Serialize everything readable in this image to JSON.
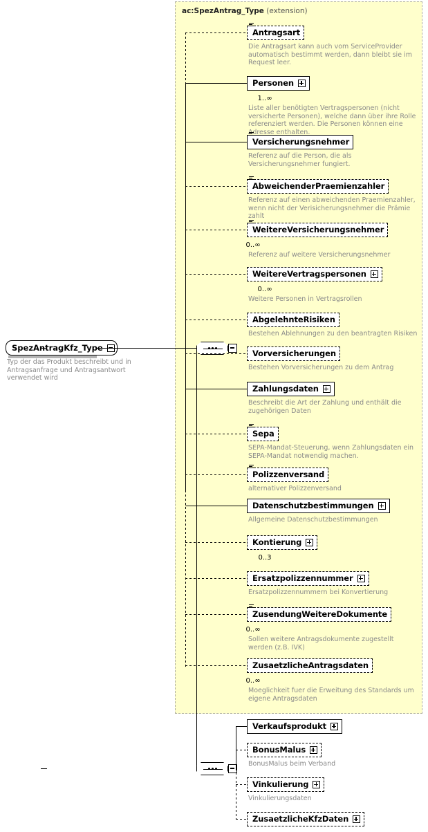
{
  "diagram": {
    "kind": "xsd-schema-tree",
    "root": {
      "name": "SpezAntragKfz_Type",
      "toggle_icon": "minus-icon",
      "description": "Typ der das Produkt beschreibt und in Antragsanfrage und Antragsantwort verwendet wird"
    },
    "extension_panel": {
      "type_name": "ac:SpezAntrag_Type",
      "qualifier": "(extension)",
      "background_color": "#ffffcc",
      "border_color": "#b0b0a0"
    },
    "compositors": [
      {
        "name": "sequence-1",
        "icon": "sequence-icon",
        "toggle_icon": "minus-icon"
      },
      {
        "name": "sequence-2",
        "icon": "sequence-icon",
        "toggle_icon": "minus-icon"
      }
    ],
    "group_extension_elements": [
      {
        "label": "Antragsart",
        "optional": true,
        "has_attributes": true,
        "expandable": false,
        "cardinality": "",
        "description": "Die Antragsart kann auch vom ServiceProvider automatisch bestimmt werden, dann bleibt sie im Request leer."
      },
      {
        "label": "Personen",
        "optional": false,
        "has_attributes": false,
        "expandable": true,
        "cardinality": "1..∞",
        "description": "Liste aller benötigten Vertragspersonen (nicht versicherte Personen), welche dann über ihre Rolle referenziert werden. Die Personen können eine Adresse enthalten."
      },
      {
        "label": "Versicherungsnehmer",
        "optional": false,
        "has_attributes": true,
        "expandable": false,
        "cardinality": "",
        "description": "Referenz auf die Person, die als Versicherungsnehmer fungiert."
      },
      {
        "label": "AbweichenderPraemienzahler",
        "optional": true,
        "has_attributes": true,
        "expandable": false,
        "cardinality": "",
        "description": "Referenz auf einen abweichenden Praemienzahler, wenn nicht der Verisicherungsnehmer die Prämie zahlt"
      },
      {
        "label": "WeitereVersicherungsnehmer",
        "optional": true,
        "has_attributes": true,
        "expandable": false,
        "cardinality": "0..∞",
        "description": "Referenz auf weitere Versicherungsnehmer"
      },
      {
        "label": "WeitereVertragspersonen",
        "optional": true,
        "has_attributes": false,
        "expandable": true,
        "cardinality": "0..∞",
        "description": "Weitere Personen in Vertragsrollen"
      },
      {
        "label": "AbgelehnteRisiken",
        "optional": true,
        "has_attributes": false,
        "expandable": false,
        "cardinality": "",
        "description": "Bestehen Ablehnungen zu den beantragten Risiken"
      },
      {
        "label": "Vorversicherungen",
        "optional": true,
        "has_attributes": false,
        "expandable": false,
        "cardinality": "",
        "description": "Bestehen Vorversicherungen zu dem Antrag"
      },
      {
        "label": "Zahlungsdaten",
        "optional": false,
        "has_attributes": false,
        "expandable": true,
        "cardinality": "",
        "description": "Beschreibt die Art der Zahlung und enthält die zugehörigen Daten"
      },
      {
        "label": "Sepa",
        "optional": true,
        "has_attributes": true,
        "expandable": false,
        "cardinality": "",
        "description": "SEPA-Mandat-Steuerung, wenn Zahlungsdaten ein SEPA-Mandat notwendig machen."
      },
      {
        "label": "Polizzenversand",
        "optional": true,
        "has_attributes": true,
        "expandable": false,
        "cardinality": "",
        "description": "alternativer Polizzenversand"
      },
      {
        "label": "Datenschutzbestimmungen",
        "optional": false,
        "has_attributes": false,
        "expandable": true,
        "cardinality": "",
        "description": "Allgemeine Datenschutzbestimmungen"
      },
      {
        "label": "Kontierung",
        "optional": true,
        "has_attributes": false,
        "expandable": true,
        "cardinality": "0..3",
        "description": ""
      },
      {
        "label": "Ersatzpolizzennummer",
        "optional": true,
        "has_attributes": false,
        "expandable": true,
        "cardinality": "",
        "description": "Ersatzpolizzennummern bei Konvertierung"
      },
      {
        "label": "ZusendungWeitereDokumente",
        "optional": true,
        "has_attributes": true,
        "expandable": false,
        "cardinality": "0..∞",
        "description": "Sollen weitere Antragsdokumente zugestellt werden (z.B. IVK)"
      },
      {
        "label": "ZusaetzlicheAntragsdaten",
        "optional": true,
        "has_attributes": false,
        "expandable": false,
        "cardinality": "0..∞",
        "description": "Moeglichkeit fuer die Erweitung des Standards um eigene Antragsdaten"
      }
    ],
    "own_elements": [
      {
        "label": "Verkaufsprodukt",
        "optional": false,
        "has_attributes": false,
        "expandable": true,
        "cardinality": "",
        "description": ""
      },
      {
        "label": "BonusMalus",
        "optional": true,
        "has_attributes": false,
        "expandable": true,
        "cardinality": "",
        "description": "BonusMalus beim Verband"
      },
      {
        "label": "Vinkulierung",
        "optional": true,
        "has_attributes": false,
        "expandable": true,
        "cardinality": "",
        "description": "Vinkulierungsdaten"
      },
      {
        "label": "ZusaetzlicheKfzDaten",
        "optional": true,
        "has_attributes": false,
        "expandable": true,
        "cardinality": "",
        "description": ""
      }
    ]
  }
}
